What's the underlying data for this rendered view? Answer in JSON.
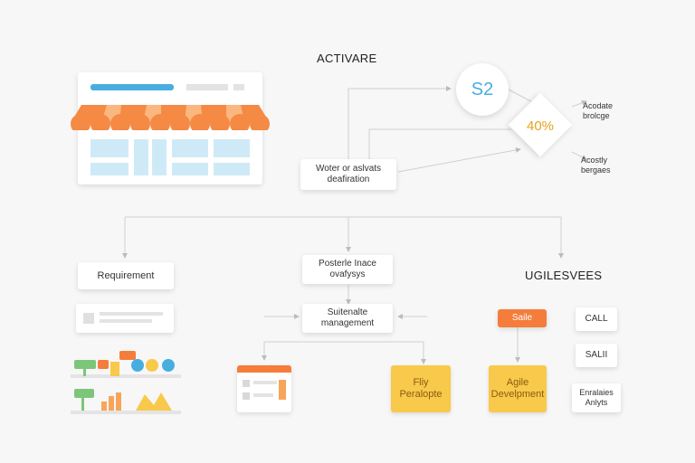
{
  "diagram": {
    "title_top": "ACTIVARE",
    "s2_label": "S2",
    "percent_label": "40%",
    "side_note_top": [
      "Acodate",
      "brolcge"
    ],
    "side_note_bottom": [
      "Acostly",
      "bergaes"
    ],
    "water_box": [
      "Woter or aslvats",
      "deafiration"
    ],
    "requirement_label": "Requirement",
    "analysis_box": [
      "Posterle Inace",
      "ovafysys"
    ],
    "management_box": [
      "Suitenalte",
      "management"
    ],
    "section_right_title": "UGILESVEES",
    "sale_label": "Saile",
    "call_label": "CALL",
    "sali_label": "SALII",
    "analysis_right": [
      "Enralaies",
      "Anlyts"
    ],
    "fly_box": [
      "Fliy",
      "Peralopte"
    ],
    "agile_box": [
      "Agile",
      "Develpment"
    ]
  },
  "colors": {
    "accent_orange": "#f47d3b",
    "accent_yellow": "#f8c94a",
    "accent_blue": "#48aee0",
    "light_blue": "#cfeaf7",
    "awning_orange": "#f58a45"
  },
  "icons": [
    "storefront-icon",
    "document-icon",
    "shop-shelf-icon",
    "browser-window-icon",
    "arrow-icon"
  ]
}
